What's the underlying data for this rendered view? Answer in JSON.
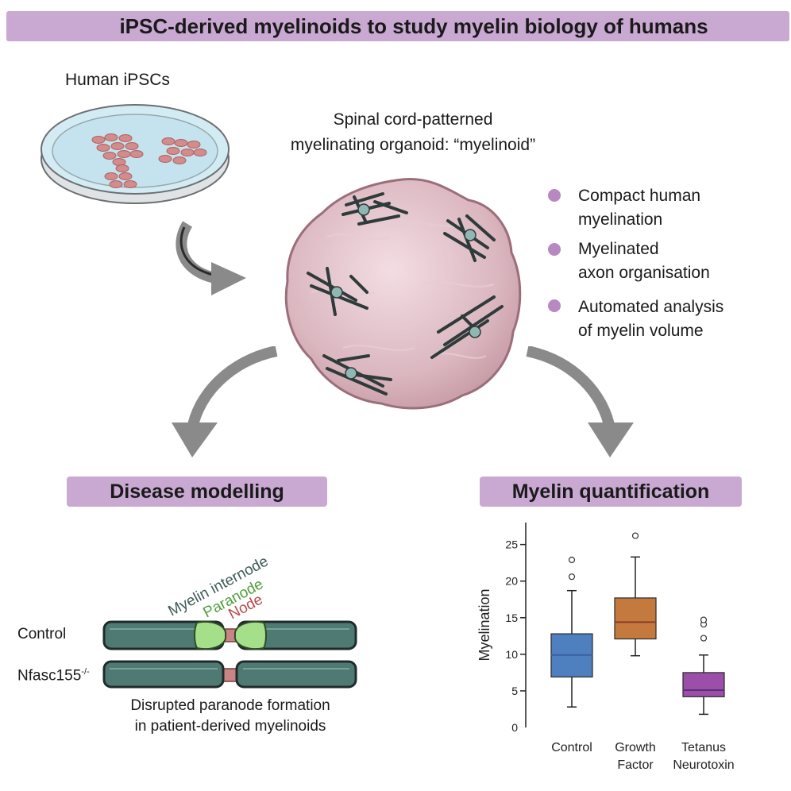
{
  "header": {
    "title": "iPSC-derived myelinoids to study myelin biology of humans"
  },
  "ipsc": {
    "label": "Human iPSCs"
  },
  "organoid": {
    "caption_line1": "Spinal cord-patterned",
    "caption_line2": "myelinating organoid: “myelinoid”"
  },
  "features": [
    {
      "line1": "Compact human",
      "line2": "myelination"
    },
    {
      "line1": "Myelinated",
      "line2": "axon organisation"
    },
    {
      "line1": "Automated analysis",
      "line2": "of myelin volume"
    }
  ],
  "disease": {
    "title": "Disease modelling",
    "legend": {
      "internode": "Myelin internode",
      "paranode": "Paranode",
      "node": "Node"
    },
    "row_control": "Control",
    "row_mutant_base": "Nfasc155",
    "row_mutant_sup": "-/-",
    "caption_line1": "Disrupted paranode formation",
    "caption_line2": "in patient-derived myelinoids"
  },
  "quant": {
    "title": "Myelin quantification"
  },
  "colors": {
    "banner": "#c9a9d2",
    "bullet": "#b988c2",
    "axon": "#4f7a74",
    "paranode": "#a6df8a",
    "node": "#c98585",
    "control_box": "#4e7fbf",
    "growth_box": "#c47a3d",
    "tetanus_box": "#9b4fa9"
  },
  "chart_data": {
    "type": "box",
    "ylabel": "Myelination",
    "ylim": [
      0,
      28
    ],
    "yticks": [
      0,
      5,
      10,
      15,
      20,
      25
    ],
    "categories": [
      {
        "line1": "Control",
        "line2": ""
      },
      {
        "line1": "Growth",
        "line2": "Factor"
      },
      {
        "line1": "Tetanus",
        "line2": "Neurotoxin"
      }
    ],
    "boxes": [
      {
        "category": "Control",
        "whisker_low": 2.8,
        "q1": 6.9,
        "median": 9.9,
        "q3": 12.8,
        "whisker_high": 18.7,
        "outliers": [
          20.6,
          22.9
        ],
        "color": "#4e7fbf",
        "median_color": "#3d5fa3"
      },
      {
        "category": "Growth Factor",
        "whisker_low": 9.8,
        "q1": 12.1,
        "median": 14.4,
        "q3": 17.7,
        "whisker_high": 23.3,
        "outliers": [
          26.2
        ],
        "color": "#c47a3d",
        "median_color": "#8e3a2b"
      },
      {
        "category": "Tetanus Neurotoxin",
        "whisker_low": 1.8,
        "q1": 4.2,
        "median": 5.1,
        "q3": 7.5,
        "whisker_high": 9.9,
        "outliers": [
          12.2,
          14.1,
          14.7
        ],
        "color": "#9b4fa9",
        "median_color": "#5a2c7a"
      }
    ]
  }
}
